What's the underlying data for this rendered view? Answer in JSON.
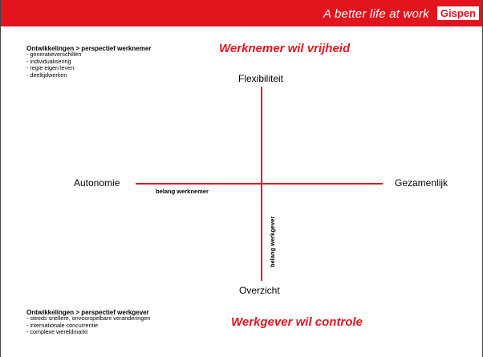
{
  "header": {
    "tagline": "A better life at work",
    "logo_text": "Gispen",
    "brand_color": "#e1141e"
  },
  "top_block": {
    "title": "Ontwikkelingen  >  perspectief werknemer",
    "items": [
      "- generatieverschillen",
      "- individualisering",
      "- regie eigen leven",
      "- deeltijdwerken"
    ]
  },
  "top_heading": "Werknemer wil vrijheid",
  "diagram": {
    "top_label": "Flexibiliteit",
    "bottom_label": "Overzicht",
    "left_label": "Autonomie",
    "right_label": "Gezamenlijk",
    "horizontal_note": "belang werknemer",
    "vertical_note": "belang werkgever",
    "axis_color": "#e1141e"
  },
  "bottom_block": {
    "title": "Ontwikkelingen > perspectief werkgever",
    "items": [
      "- steeds snellere, onvoorspelbare veranderingen",
      "- internationale concurrentie",
      "- complexe wereldmarkt"
    ]
  },
  "bottom_heading": "Werkgever wil controle"
}
